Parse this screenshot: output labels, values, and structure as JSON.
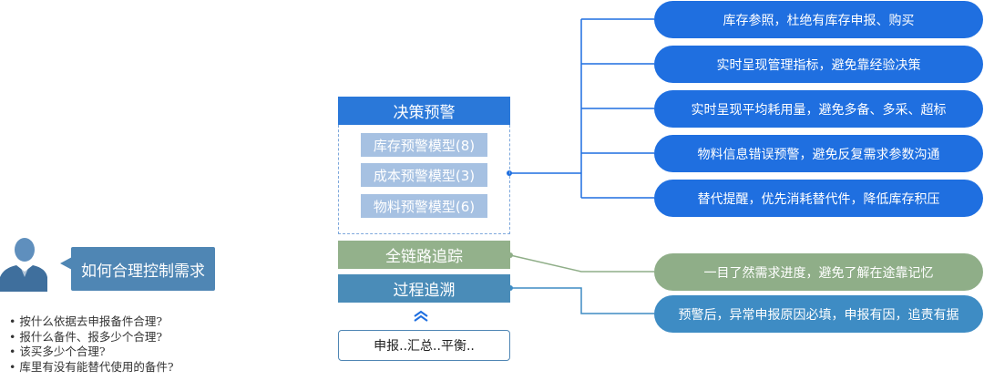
{
  "left": {
    "question_title": "如何合理控制需求",
    "questions": [
      "按什么依据去申报备件合理?",
      "报什么备件、报多少个合理?",
      "该买多少个合理?",
      "库里有没有能替代使用的备件?"
    ]
  },
  "center": {
    "decision": {
      "title": "决策预警",
      "models": [
        "库存预警模型(8)",
        "成本预警模型(3)",
        "物料预警模型(6)"
      ]
    },
    "chain_tracking": "全链路追踪",
    "process_trace": "过程追溯",
    "summary": "申报..汇总..平衡.."
  },
  "right": {
    "decision_items": [
      "库存参照，杜绝有库存申报、购买",
      "实时呈现管理指标，避免靠经验决策",
      "实时呈现平均耗用量，避免多备、多采、超标",
      "物料信息错误预警，避免反复需求参数沟通",
      "替代提醒，优先消耗替代件，降低库存积压"
    ],
    "chain_item": "一目了然需求进度，避免了解在途靠记忆",
    "trace_item": "预警后，异常申报原因必填，申报有因，追责有据"
  },
  "colors": {
    "blue": "#1f6fe0",
    "green": "#8fae88",
    "steel": "#3e8cc4",
    "bubble": "#4f86b4"
  }
}
